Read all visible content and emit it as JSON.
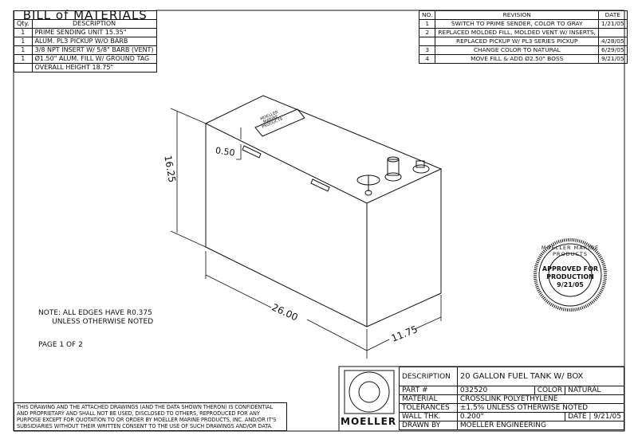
{
  "bom": {
    "title": "BILL of MATERIALS",
    "headers": [
      "Qty.",
      "DESCRIPTION"
    ],
    "rows": [
      {
        "qty": "1",
        "desc": "PRIME SENDING UNIT 15.35\""
      },
      {
        "qty": "1",
        "desc": "ALUM. PL3 PICKUP W/O BARB"
      },
      {
        "qty": "1",
        "desc": "3/8 NPT INSERT W/ 5/8\" BARB (VENT)"
      },
      {
        "qty": "1",
        "desc": "Ø1.50\" ALUM. FILL W/ GROUND TAG"
      },
      {
        "qty": "",
        "desc": "OVERALL HEIGHT 18.75\""
      }
    ]
  },
  "revisions": {
    "headers": [
      "NO.",
      "REVISION",
      "DATE"
    ],
    "rows": [
      {
        "no": "1",
        "rev": "SWITCH TO PRIME SENDER, COLOR TO GRAY",
        "date": "1/21/05"
      },
      {
        "no": "2",
        "rev": "REPLACED MOLDED FILL, MOLDED VENT W/ INSERTS,",
        "date": ""
      },
      {
        "no": "",
        "rev": "REPLACED PICKUP W/ PL3 SERIES PICKUP",
        "date": "4/28/05"
      },
      {
        "no": "3",
        "rev": "CHANGE COLOR TO NATURAL",
        "date": "6/29/05"
      },
      {
        "no": "4",
        "rev": "MOVE FILL & ADD Ø2.50\" BOSS",
        "date": "9/21/05"
      }
    ]
  },
  "drawing": {
    "dim_height": "16.25",
    "dim_length": "26.00",
    "dim_width": "11.75",
    "dim_offset": "0.50",
    "label_plate": [
      "MOELLER",
      "MARINE",
      "PRODUCTS"
    ]
  },
  "notes": {
    "edges": "NOTE: ALL EDGES HAVE R0.375\n      UNLESS OTHERWISE NOTED",
    "page": "PAGE 1 OF 2"
  },
  "stamp": {
    "ring_text": "MOELLER MARINE PRODUCTS",
    "line1": "APPROVED FOR",
    "line2": "PRODUCTION",
    "date": "9/21/05"
  },
  "title_block": {
    "logo": "MOELLER",
    "description_label": "DESCRIPTION",
    "description": "20 GALLON FUEL TANK W/ BOX",
    "part_label": "PART #",
    "part": "032520",
    "color_label": "COLOR",
    "color": "NATURAL",
    "material_label": "MATERIAL",
    "material": "CROSSLINK POLYETHYLENE",
    "tolerances_label": "TOLERANCES",
    "tolerances": "±1.5% UNLESS OTHERWISE NOTED",
    "wall_label": "WALL THK.",
    "wall": "0.200\"",
    "date_label": "DATE",
    "date": "9/21/05",
    "drawn_label": "DRAWN BY",
    "drawn": "MOELLER ENGINEERING"
  },
  "disclaimer": "THIS DRAWING AND THE ATTACHED DRAWINGS (AND THE DATA SHOWN THERON) IS CONFIDENTIAL AND PROPRIETARY AND SHALL NOT BE USED, DISCLOSED TO OTHERS, REPRODUCED FOR ANY PURPOSE EXCEPT FOR QUOTATION TO OR ORDER BY MOELLER MARINE PRODUCTS, INC. AND/OR IT'S SUBSIDIARIES WITHOUT THEIR WRITTEN CONSENT TO THE USE OF SUCH DRAWINGS AND/OR DATA."
}
